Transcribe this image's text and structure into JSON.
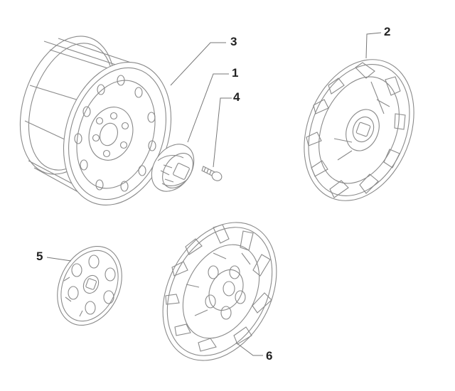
{
  "callouts": {
    "c1": "1",
    "c2": "2",
    "c3": "3",
    "c4": "4",
    "c5": "5",
    "c6": "6"
  },
  "colors": {
    "line": "#8a8a8a",
    "text": "#222222",
    "background": "#ffffff"
  }
}
